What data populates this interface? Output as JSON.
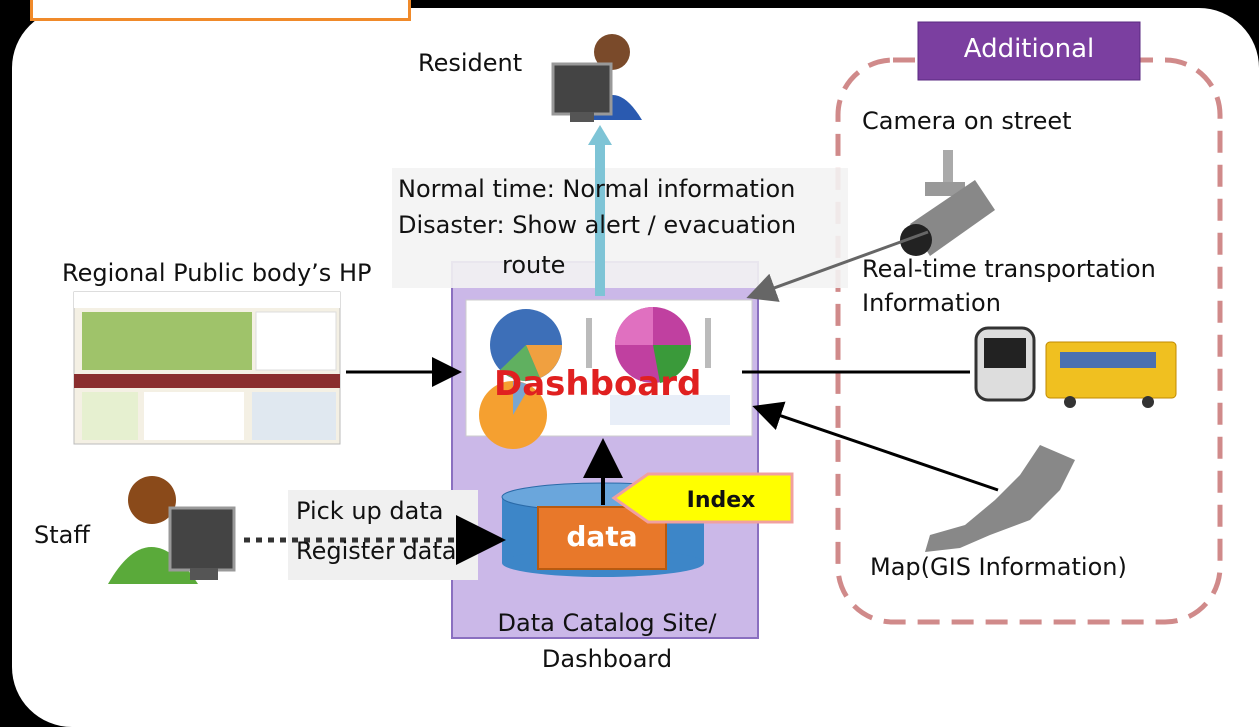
{
  "labels": {
    "resident": "Resident",
    "additional": "Additional",
    "camera": "Camera on street",
    "normal_time": "Normal time: Normal information",
    "disaster": "Disaster: Show alert / evacuation",
    "route": "route",
    "regional_hp": "Regional Public body’s HP",
    "realtime_line1": "Real-time transportation",
    "realtime_line2": "Information",
    "dashboard": "Dashboard",
    "index": "Index",
    "data": "data",
    "staff": "Staff",
    "pick_up": "Pick up data",
    "register": "Register data",
    "map": "Map(GIS Information)",
    "catalog_line1": "Data Catalog Site/",
    "catalog_line2": "Dashboard"
  },
  "colors": {
    "catalog_fill": "#cbb8e8",
    "catalog_border": "#8a6fc0",
    "additional_badge": "#7b3fa0",
    "dashed_border": "#d08a8a",
    "cylinder": "#3d86c8",
    "data_box": "#e8782a",
    "index_tag": "#ffff00",
    "dashboard_text": "#e02020",
    "up_arrow": "#7ec4d6"
  }
}
